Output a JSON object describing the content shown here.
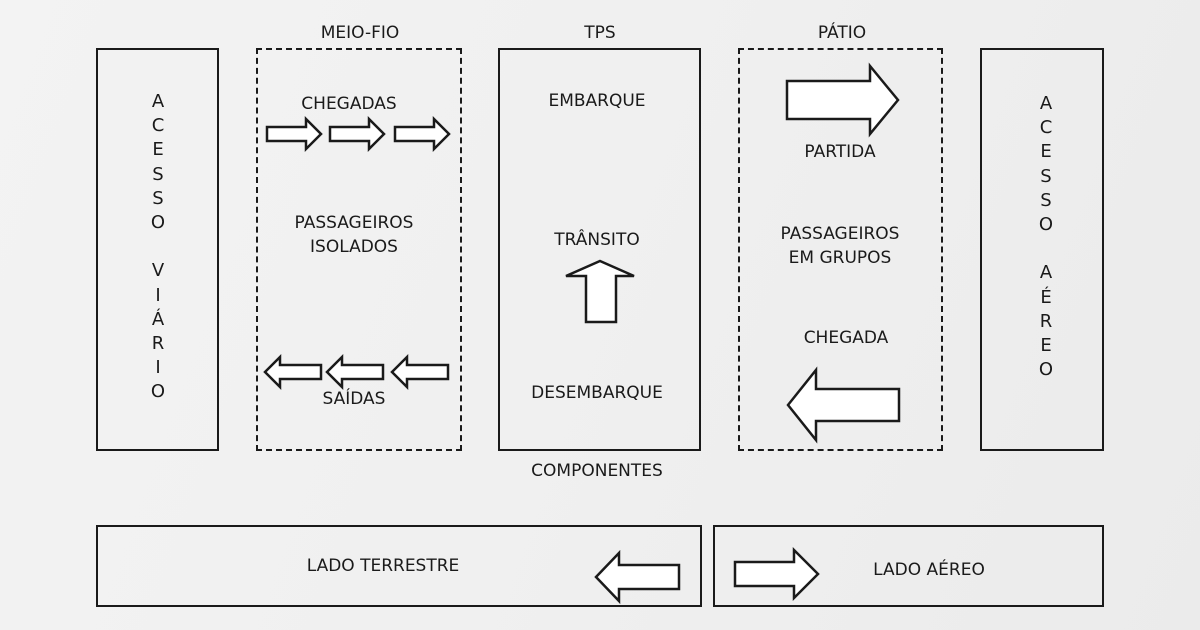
{
  "diagram": {
    "headers": {
      "meio_fio": "MEIO-FIO",
      "tps": "TPS",
      "patio": "PÁTIO"
    },
    "acesso_viario": "A\nC\nE\nS\nS\nO\n\nV\nI\nÁ\nR\nI\nO",
    "acesso_aereo": "A\nC\nE\nS\nS\nO\n\nA\nÉ\nR\nE\nO",
    "meio_fio": {
      "chegadas": "CHEGADAS",
      "passageiros_isolados": "PASSAGEIROS\nISOLADOS",
      "saidas": "SAÍDAS"
    },
    "tps": {
      "embarque": "EMBARQUE",
      "transito": "TRÂNSITO",
      "desembarque": "DESEMBARQUE"
    },
    "patio": {
      "partida": "PARTIDA",
      "passageiros_em_grupos": "PASSAGEIROS\nEM GRUPOS",
      "chegada": "CHEGADA"
    },
    "componentes": "COMPONENTES",
    "lado_terrestre": "LADO TERRESTRE",
    "lado_aereo": "LADO AÉREO"
  }
}
